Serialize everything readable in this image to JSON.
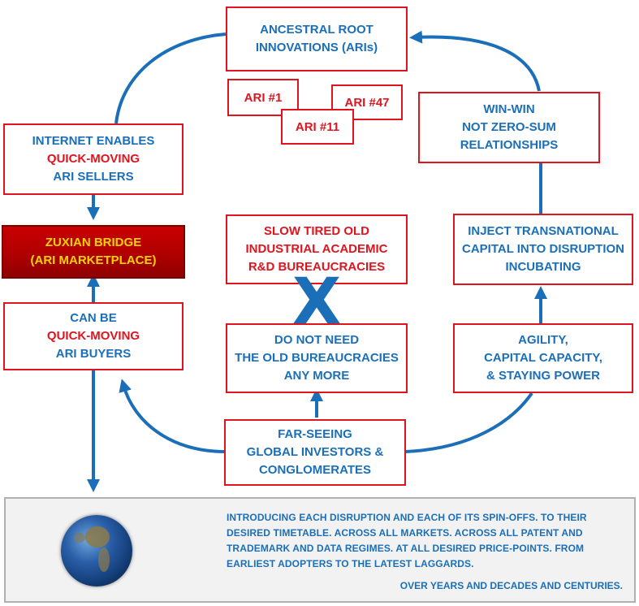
{
  "nodes": {
    "ancestral": [
      "ANCESTRAL ROOT",
      "INNOVATIONS (ARIs)"
    ],
    "ari_items": [
      "ARI #1",
      "ARI #11",
      "ARI #47"
    ],
    "winwin": [
      "WIN-WIN",
      "NOT ZERO-SUM",
      "RELATIONSHIPS"
    ],
    "internet": {
      "line1": "INTERNET ENABLES",
      "line2": "QUICK-MOVING",
      "line3": "ARI SELLERS"
    },
    "bridge": [
      "ZUXIAN BRIDGE",
      "(ARI MARKETPLACE)"
    ],
    "slow": [
      "SLOW TIRED OLD",
      "INDUSTRIAL ACADEMIC",
      "R&D BUREAUCRACIES"
    ],
    "inject": [
      "INJECT TRANSNATIONAL",
      "CAPITAL INTO DISRUPTION",
      "INCUBATING"
    ],
    "canbe": {
      "line1": "CAN BE",
      "line2": "QUICK-MOVING",
      "line3": "ARI BUYERS"
    },
    "donotneed": [
      "DO NOT NEED",
      "THE OLD BUREAUCRACIES",
      "ANY MORE"
    ],
    "agility": [
      "AGILITY,",
      "CAPITAL CAPACITY,",
      "& STAYING POWER"
    ],
    "farseeing": [
      "FAR-SEEING",
      "GLOBAL INVESTORS &",
      "CONGLOMERATES"
    ],
    "cross_mark": "X"
  },
  "footer": {
    "text": "INTRODUCING EACH DISRUPTION AND EACH OF ITS SPIN-OFFS. TO THEIR DESIRED TIMETABLE. ACROSS ALL MARKETS. ACROSS ALL PATENT AND TRADEMARK AND DATA REGIMES. AT ALL DESIRED PRICE-POINTS. FROM EARLIEST ADOPTERS TO THE LATEST LAGGARDS.",
    "closing": "OVER YEARS AND DECADES AND CENTURIES."
  },
  "colors": {
    "blue": "#1b6fb8",
    "red": "#e0141e",
    "bridge_fill": "#c00000",
    "bridge_text": "#ffd400"
  },
  "icons": {
    "globe": "earth-globe-icon"
  }
}
